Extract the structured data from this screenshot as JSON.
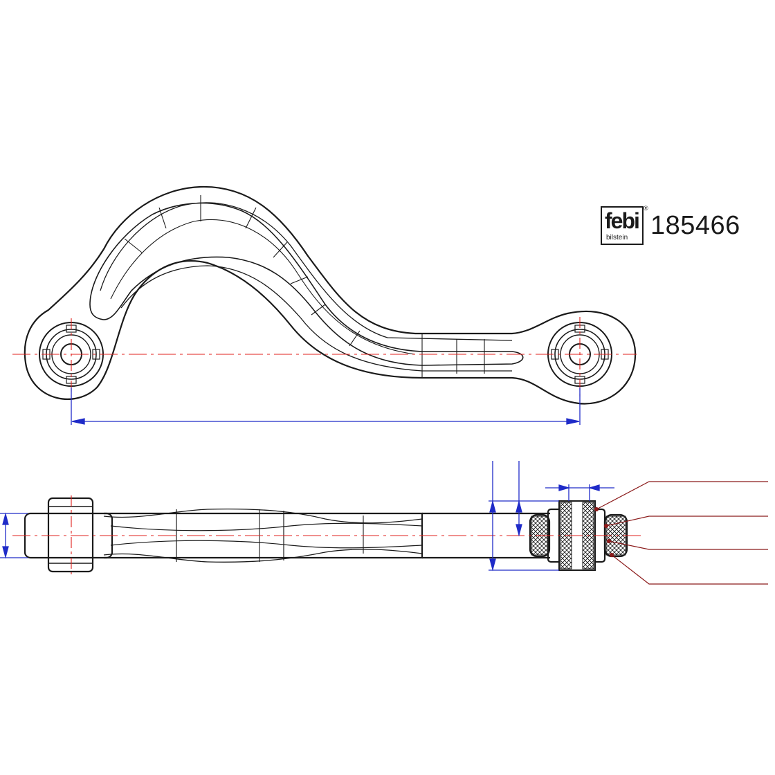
{
  "brand": {
    "logo_word": "febi",
    "logo_subtext": "bilstein",
    "registered_mark": "®"
  },
  "part_number": "185466",
  "colors": {
    "outline": "#1a1a1a",
    "centerline": "#e0201c",
    "dimension": "#1f2bc8",
    "leader": "#8b1a1a"
  }
}
